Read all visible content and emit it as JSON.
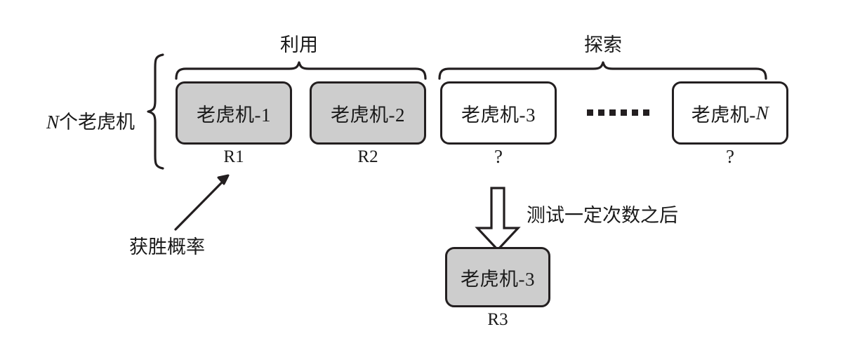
{
  "diagram": {
    "title_text_present": false,
    "side_label": {
      "prefix_italic": "N",
      "text": "个老虎机"
    },
    "groups": [
      {
        "id": "exploit",
        "label": "利用"
      },
      {
        "id": "explore",
        "label": "探索"
      }
    ],
    "machines": [
      {
        "id": "m1",
        "name": "老虎机-1",
        "reward": "R1",
        "state": "known",
        "fill": "#cdcdcd"
      },
      {
        "id": "m2",
        "name": "老虎机-2",
        "reward": "R2",
        "state": "known",
        "fill": "#cdcdcd"
      },
      {
        "id": "m3",
        "name": "老虎机-3",
        "reward": "?",
        "state": "unknown",
        "fill": "#ffffff"
      },
      {
        "id": "mN",
        "name_prefix": "老虎机-",
        "name_italic": "N",
        "name": "老虎机-N",
        "reward": "?",
        "state": "unknown",
        "fill": "#ffffff"
      }
    ],
    "ellipsis": {
      "dot_count": 6,
      "glyph": "……"
    },
    "annotations": {
      "probability_label": "获胜概率",
      "probability_target": "R1",
      "transition_label": "测试一定次数之后"
    },
    "result": {
      "name": "老虎机-3",
      "reward": "R3",
      "state": "known",
      "fill": "#cdcdcd"
    },
    "colors": {
      "stroke": "#231f20",
      "known_fill": "#cdcdcd",
      "unknown_fill": "#ffffff",
      "background": "#ffffff",
      "text": "#1a1a1a"
    }
  }
}
